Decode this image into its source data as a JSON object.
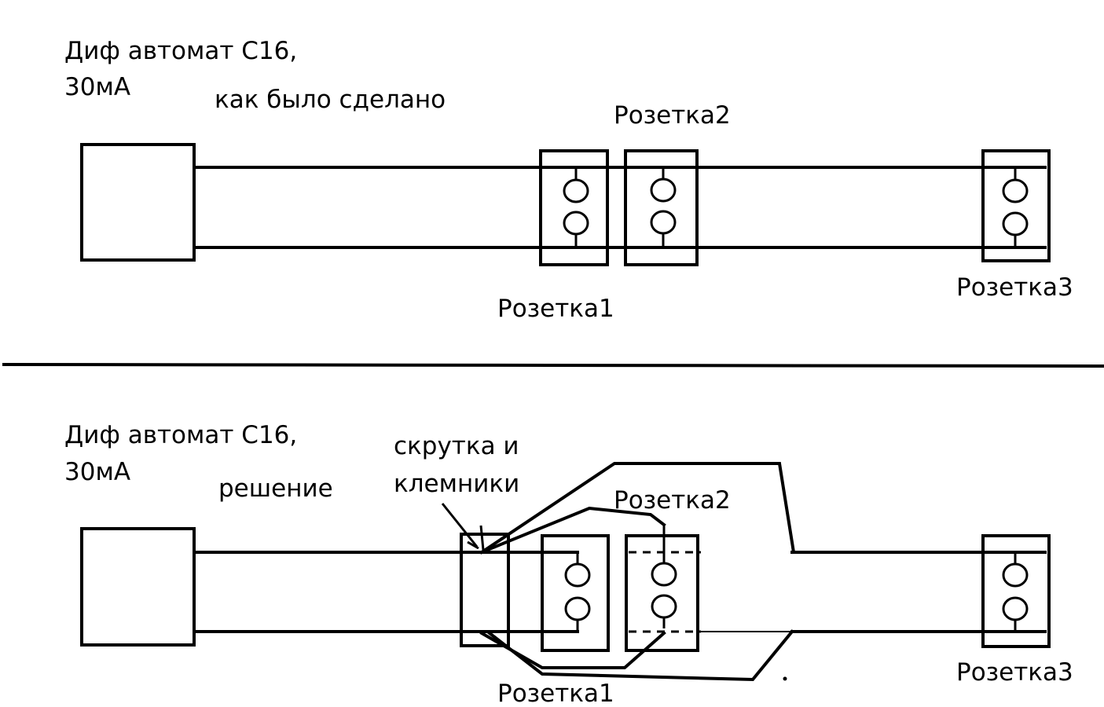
{
  "top": {
    "breaker_label_line1": "Диф автомат С16,",
    "breaker_label_line2": "30мА",
    "caption": "как было сделано",
    "socket1_label": "Розетка1",
    "socket2_label": "Розетка2",
    "socket3_label": "Розетка3"
  },
  "bottom": {
    "breaker_label_line1": "Диф автомат С16,",
    "breaker_label_line2": "30мА",
    "caption": "решение",
    "junction_label_line1": "скрутка и",
    "junction_label_line2": "клемники",
    "socket1_label": "Розетка1",
    "socket2_label": "Розетка2",
    "socket3_label": "Розетка3"
  }
}
